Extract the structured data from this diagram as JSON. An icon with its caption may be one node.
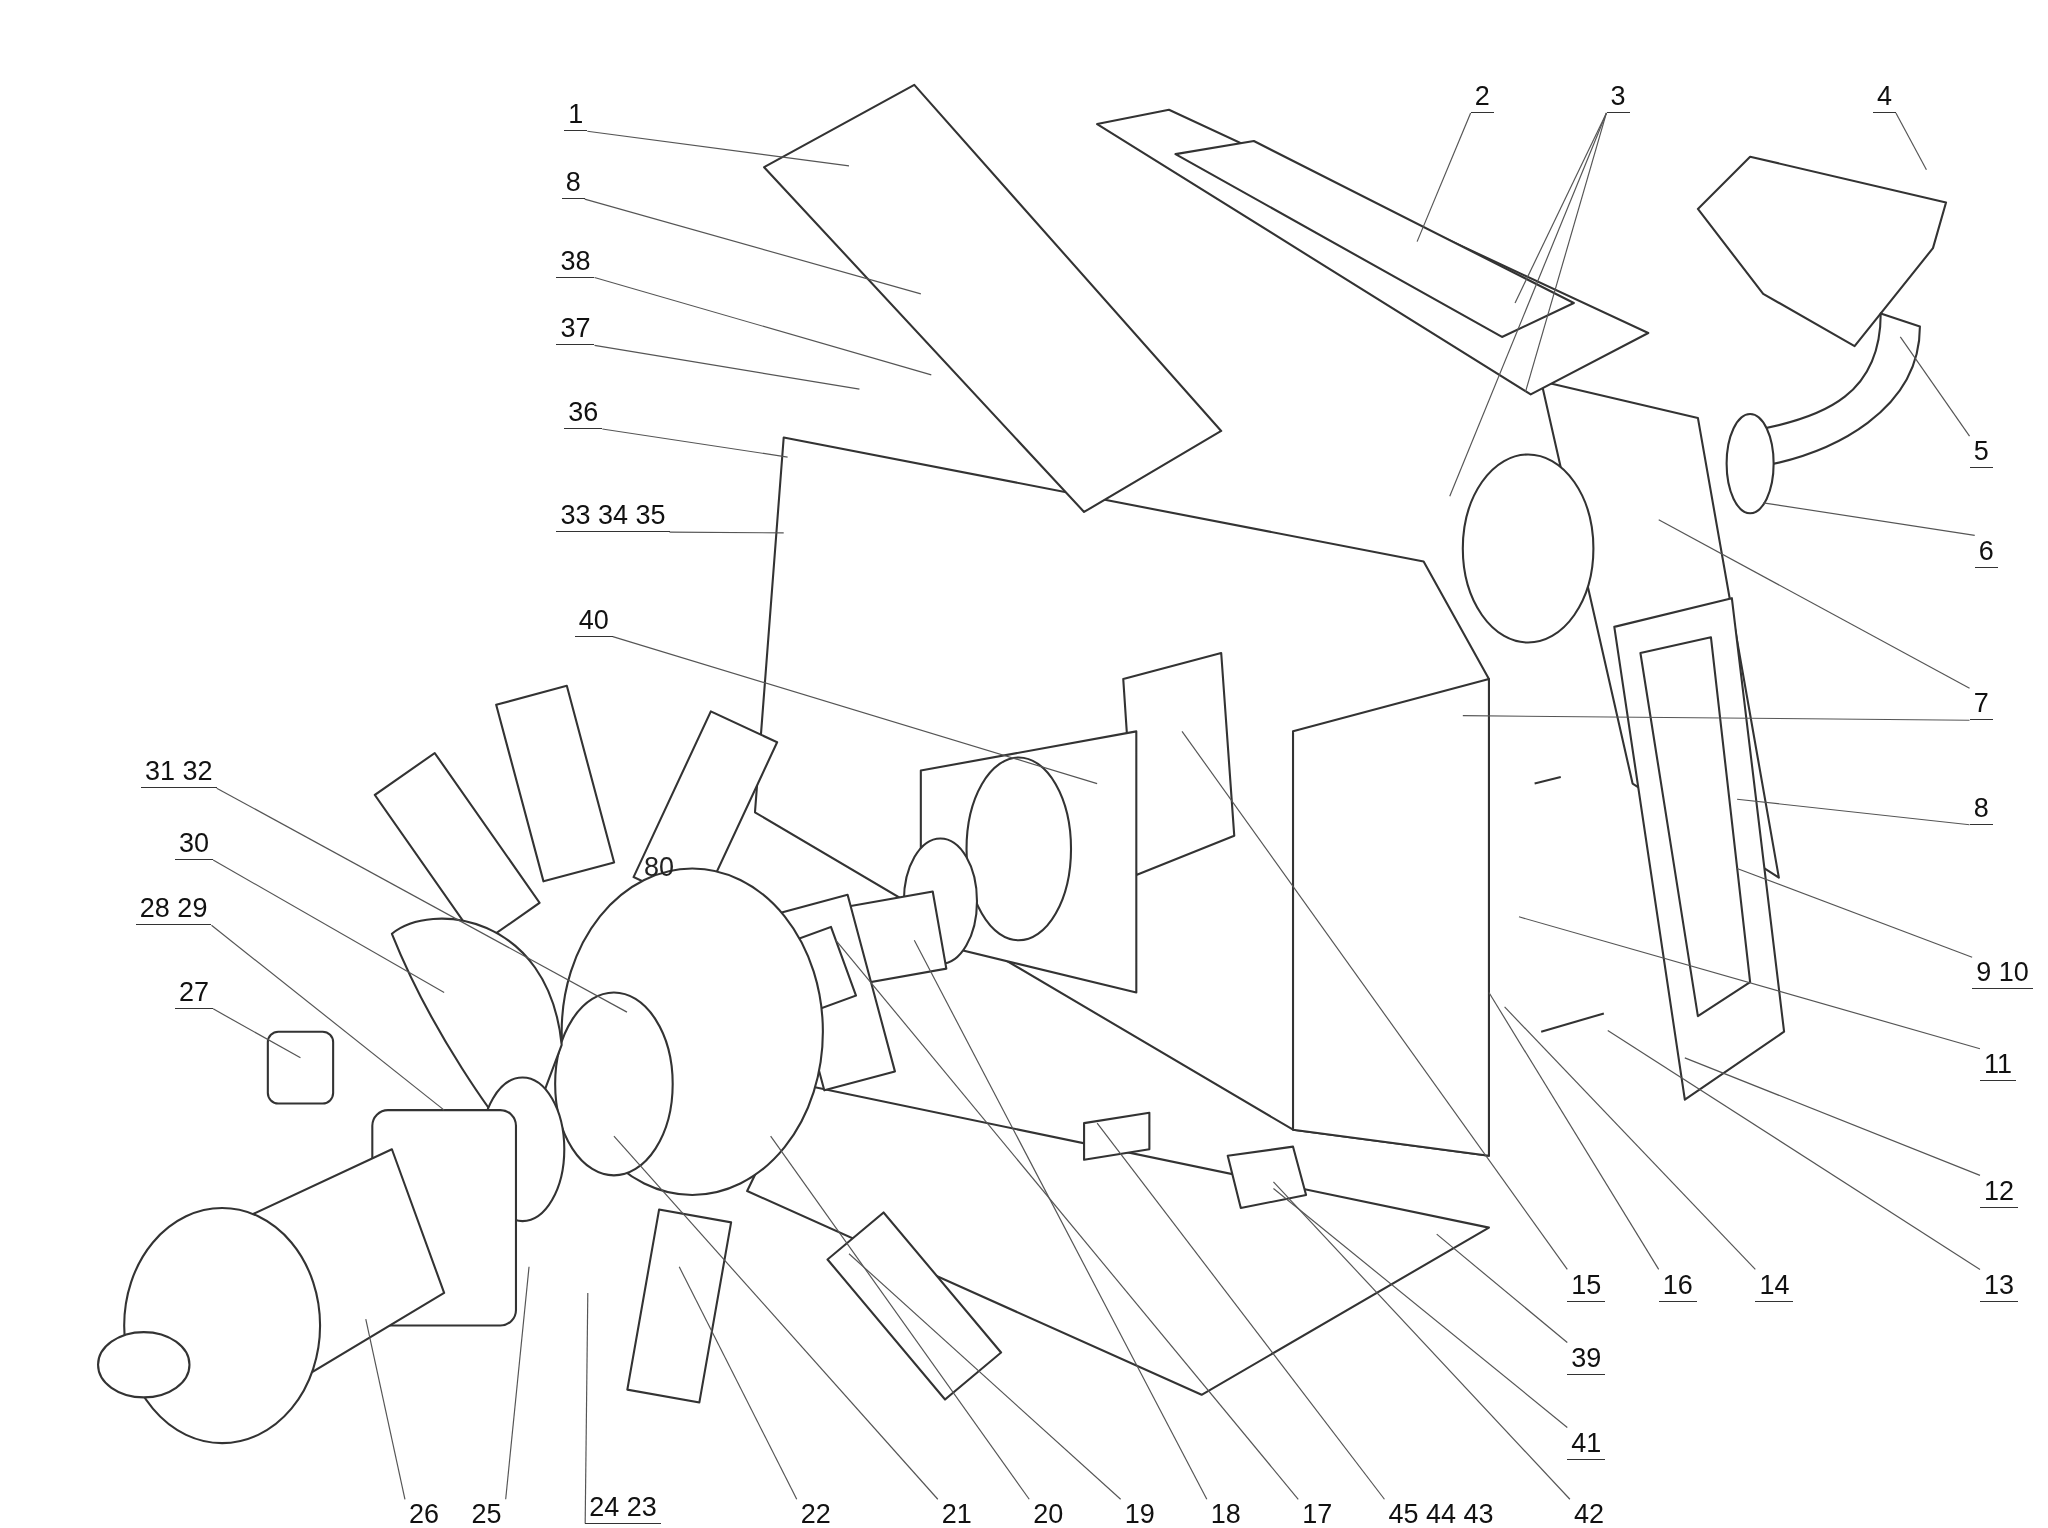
{
  "diagram": {
    "nodes": [
      {
        "text": [
          "1"
        ]
      },
      {
        "text": [
          "2"
        ]
      },
      {
        "text": [
          "3"
        ]
      },
      {
        "text": [
          "4"
        ]
      },
      {
        "text": [
          "8"
        ]
      },
      {
        "text": [
          "38"
        ]
      },
      {
        "text": [
          "37"
        ]
      },
      {
        "text": [
          "36"
        ]
      },
      {
        "text": [
          "5"
        ]
      },
      {
        "text": [
          "33 34 35"
        ]
      },
      {
        "text": [
          "6"
        ]
      },
      {
        "text": [
          "40"
        ]
      },
      {
        "text": [
          "7"
        ]
      },
      {
        "text": [
          "8"
        ]
      },
      {
        "text": [
          "31 32"
        ]
      },
      {
        "text": [
          "30"
        ]
      },
      {
        "text": [
          "28 29"
        ]
      },
      {
        "text": [
          "9 10"
        ]
      },
      {
        "text": [
          "27"
        ]
      },
      {
        "text": [
          "11"
        ]
      },
      {
        "text": [
          "12"
        ]
      },
      {
        "text": [
          "15"
        ]
      },
      {
        "text": [
          "16"
        ]
      },
      {
        "text": [
          "14"
        ]
      },
      {
        "text": [
          "13"
        ]
      },
      {
        "text": [
          "39"
        ]
      },
      {
        "text": [
          "41"
        ]
      },
      {
        "text": [
          "26"
        ]
      },
      {
        "text": [
          "25"
        ]
      },
      {
        "text": [
          "24 23"
        ]
      },
      {
        "text": [
          "22"
        ]
      },
      {
        "text": [
          "21"
        ]
      },
      {
        "text": [
          "20"
        ]
      },
      {
        "text": [
          "19"
        ]
      },
      {
        "text": [
          "18"
        ]
      },
      {
        "text": [
          "17"
        ]
      },
      {
        "text": [
          "45 44 43"
        ]
      },
      {
        "text": [
          "42"
        ]
      }
    ],
    "edges": [
      {
        "from": 0,
        "to": null,
        "arrow": "none"
      },
      {
        "from": 1,
        "to": null,
        "arrow": "none"
      },
      {
        "from": 2,
        "to": null,
        "arrow": "none"
      },
      {
        "from": 2,
        "to": null,
        "arrow": "none"
      },
      {
        "from": 2,
        "to": null,
        "arrow": "none"
      },
      {
        "from": 3,
        "to": null,
        "arrow": "none"
      },
      {
        "from": 4,
        "to": null,
        "arrow": "none"
      },
      {
        "from": 5,
        "to": null,
        "arrow": "none"
      },
      {
        "from": 6,
        "to": null,
        "arrow": "none"
      },
      {
        "from": 7,
        "to": null,
        "arrow": "none"
      },
      {
        "from": 8,
        "to": null,
        "arrow": "none"
      },
      {
        "from": 9,
        "to": null,
        "arrow": "none"
      },
      {
        "from": 10,
        "to": null,
        "arrow": "none"
      },
      {
        "from": 11,
        "to": null,
        "arrow": "none"
      },
      {
        "from": 12,
        "to": null,
        "arrow": "none"
      },
      {
        "from": 12,
        "to": null,
        "arrow": "none"
      },
      {
        "from": 13,
        "to": null,
        "arrow": "none"
      },
      {
        "from": 14,
        "to": null,
        "arrow": "none"
      },
      {
        "from": 15,
        "to": null,
        "arrow": "none"
      },
      {
        "from": 16,
        "to": null,
        "arrow": "none"
      },
      {
        "from": 17,
        "to": null,
        "arrow": "none"
      },
      {
        "from": 18,
        "to": null,
        "arrow": "none"
      },
      {
        "from": 19,
        "to": null,
        "arrow": "none"
      },
      {
        "from": 20,
        "to": null,
        "arrow": "none"
      },
      {
        "from": 21,
        "to": null,
        "arrow": "none"
      },
      {
        "from": 22,
        "to": null,
        "arrow": "none"
      },
      {
        "from": 23,
        "to": null,
        "arrow": "none"
      },
      {
        "from": 24,
        "to": null,
        "arrow": "none"
      },
      {
        "from": 25,
        "to": null,
        "arrow": "none"
      },
      {
        "from": 26,
        "to": null,
        "arrow": "none"
      },
      {
        "from": 27,
        "to": null,
        "arrow": "none"
      },
      {
        "from": 28,
        "to": null,
        "arrow": "none"
      },
      {
        "from": 29,
        "to": null,
        "arrow": "none"
      },
      {
        "from": 30,
        "to": null,
        "arrow": "none"
      },
      {
        "from": 31,
        "to": null,
        "arrow": "none"
      },
      {
        "from": 32,
        "to": null,
        "arrow": "none"
      },
      {
        "from": 33,
        "to": null,
        "arrow": "none"
      },
      {
        "from": 34,
        "to": null,
        "arrow": "none"
      },
      {
        "from": 35,
        "to": null,
        "arrow": "none"
      },
      {
        "from": 36,
        "to": null,
        "arrow": "none"
      },
      {
        "from": 37,
        "to": null,
        "arrow": "none"
      }
    ],
    "labels": [
      "80"
    ]
  }
}
